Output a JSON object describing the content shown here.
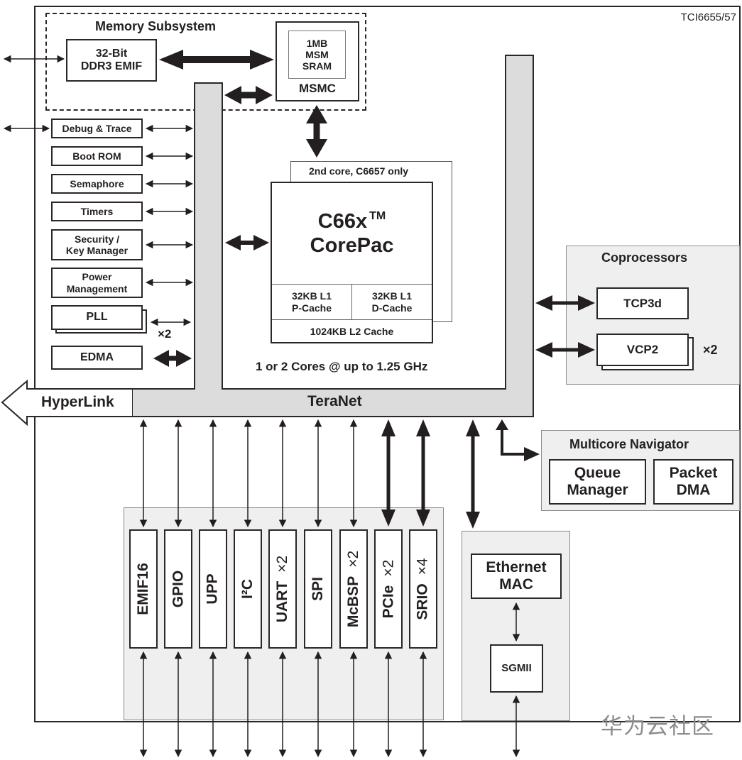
{
  "part_number": "TCI6655/57",
  "memory_subsystem": {
    "title": "Memory Subsystem",
    "ddr3_emif": "32-Bit\nDDR3 EMIF",
    "ddr3_emif_line1": "32-Bit",
    "ddr3_emif_line2": "DDR3 EMIF",
    "msm_sram_line1": "1MB",
    "msm_sram_line2": "MSM",
    "msm_sram_line3": "SRAM",
    "msmc": "MSMC"
  },
  "left_blocks": [
    {
      "line1": "Debug & Trace",
      "line2": ""
    },
    {
      "line1": "Boot ROM",
      "line2": ""
    },
    {
      "line1": "Semaphore",
      "line2": ""
    },
    {
      "line1": "Timers",
      "line2": ""
    },
    {
      "line1": "Security /",
      "line2": "Key Manager"
    },
    {
      "line1": "Power",
      "line2": "Management"
    },
    {
      "line1": "PLL",
      "line2": "",
      "multiplier": "×2"
    },
    {
      "line1": "EDMA",
      "line2": ""
    }
  ],
  "core": {
    "second_core_note": "2nd core,  C6657 only",
    "name_line1": "C66x",
    "trademark": "TM",
    "name_line2": "CorePac",
    "l1p_line1": "32KB L1",
    "l1p_line2": "P-Cache",
    "l1d_line1": "32KB L1",
    "l1d_line2": "D-Cache",
    "l2": "1024KB L2 Cache",
    "caption": "1 or 2 Cores @ up to 1.25 GHz"
  },
  "interconnect": {
    "teranet": "TeraNet",
    "hyperlink": "HyperLink"
  },
  "coprocessors": {
    "title": "Coprocessors",
    "tcp3d": "TCP3d",
    "vcp2": "VCP2",
    "vcp2_multiplier": "×2"
  },
  "multicore_navigator": {
    "title": "Multicore Navigator",
    "queue_manager_line1": "Queue",
    "queue_manager_line2": "Manager",
    "packet_dma_line1": "Packet",
    "packet_dma_line2": "DMA"
  },
  "peripherals": [
    {
      "name": "EMIF16",
      "multiplier": ""
    },
    {
      "name": "GPIO",
      "multiplier": ""
    },
    {
      "name": "UPP",
      "multiplier": ""
    },
    {
      "name": "I²C",
      "multiplier": ""
    },
    {
      "name": "UART",
      "multiplier": "×2"
    },
    {
      "name": "SPI",
      "multiplier": ""
    },
    {
      "name": "McBSP",
      "multiplier": "×2"
    },
    {
      "name": "PCIe",
      "multiplier": "×2"
    },
    {
      "name": "SRIO",
      "multiplier": "×4"
    }
  ],
  "ethernet": {
    "mac_line1": "Ethernet",
    "mac_line2": "MAC",
    "sgmii": "SGMII"
  },
  "watermark": "华为云社区",
  "colors": {
    "line": "#231f20",
    "bus_fill": "#dcdcdc",
    "panel_fill": "#efefef",
    "watermark": "#8c8c8c"
  }
}
